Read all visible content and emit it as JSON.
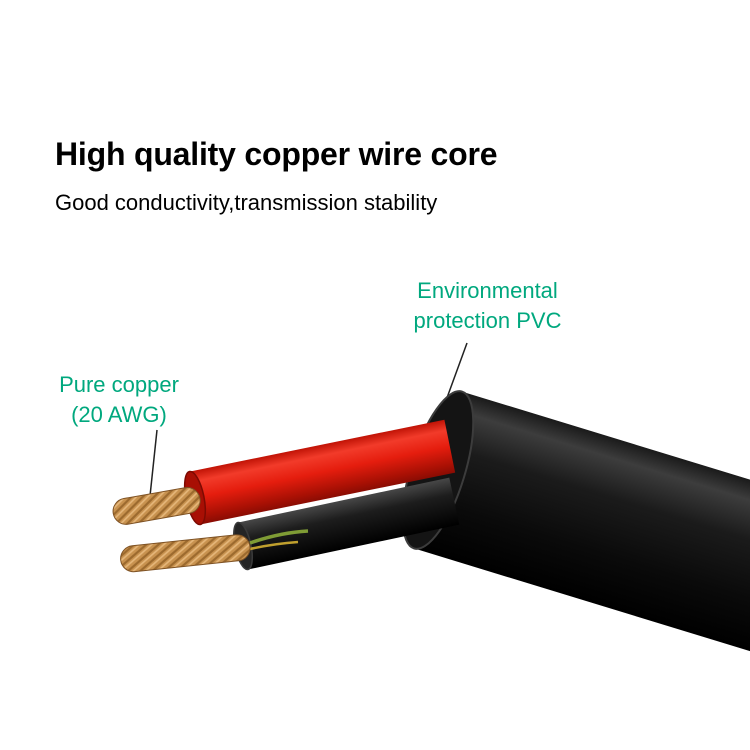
{
  "heading": {
    "title": "High quality copper wire core",
    "subtitle": "Good conductivity,transmission stability"
  },
  "callouts": {
    "pvc": {
      "line1": "Environmental",
      "line2": "protection PVC"
    },
    "copper": {
      "line1": "Pure copper",
      "line2": "(20 AWG)"
    }
  },
  "colors": {
    "accent_teal": "#00a87e",
    "background": "#ffffff",
    "cable_jacket": "#0a0a0a",
    "inner_wire_red": "#e51d0e",
    "inner_wire_black": "#1c1c1c",
    "copper_strand": "#c8924f"
  }
}
